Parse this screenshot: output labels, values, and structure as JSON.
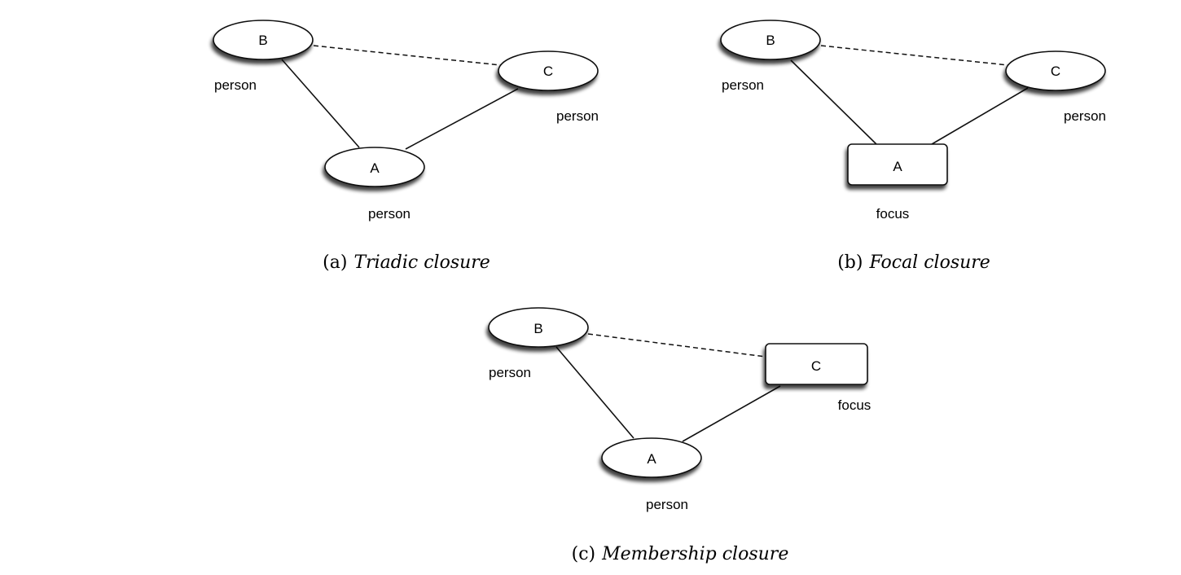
{
  "panels": [
    {
      "caption_tag": "(a)",
      "caption_title": "Triadic closure",
      "nodes": [
        {
          "id": "B",
          "label": "B",
          "shape": "ellipse",
          "type": "person"
        },
        {
          "id": "C",
          "label": "C",
          "shape": "ellipse",
          "type": "person"
        },
        {
          "id": "A",
          "label": "A",
          "shape": "ellipse",
          "type": "person"
        }
      ],
      "edges": [
        {
          "from": "A",
          "to": "B",
          "style": "solid"
        },
        {
          "from": "A",
          "to": "C",
          "style": "solid"
        },
        {
          "from": "B",
          "to": "C",
          "style": "dashed"
        }
      ]
    },
    {
      "caption_tag": "(b)",
      "caption_title": "Focal closure",
      "nodes": [
        {
          "id": "B",
          "label": "B",
          "shape": "ellipse",
          "type": "person"
        },
        {
          "id": "C",
          "label": "C",
          "shape": "ellipse",
          "type": "person"
        },
        {
          "id": "A",
          "label": "A",
          "shape": "rect",
          "type": "focus"
        }
      ],
      "edges": [
        {
          "from": "A",
          "to": "B",
          "style": "solid"
        },
        {
          "from": "A",
          "to": "C",
          "style": "solid"
        },
        {
          "from": "B",
          "to": "C",
          "style": "dashed"
        }
      ]
    },
    {
      "caption_tag": "(c)",
      "caption_title": "Membership closure",
      "nodes": [
        {
          "id": "B",
          "label": "B",
          "shape": "ellipse",
          "type": "person"
        },
        {
          "id": "C",
          "label": "C",
          "shape": "rect",
          "type": "focus"
        },
        {
          "id": "A",
          "label": "A",
          "shape": "ellipse",
          "type": "person"
        }
      ],
      "edges": [
        {
          "from": "A",
          "to": "B",
          "style": "solid"
        },
        {
          "from": "A",
          "to": "C",
          "style": "solid"
        },
        {
          "from": "B",
          "to": "C",
          "style": "dashed"
        }
      ]
    }
  ]
}
